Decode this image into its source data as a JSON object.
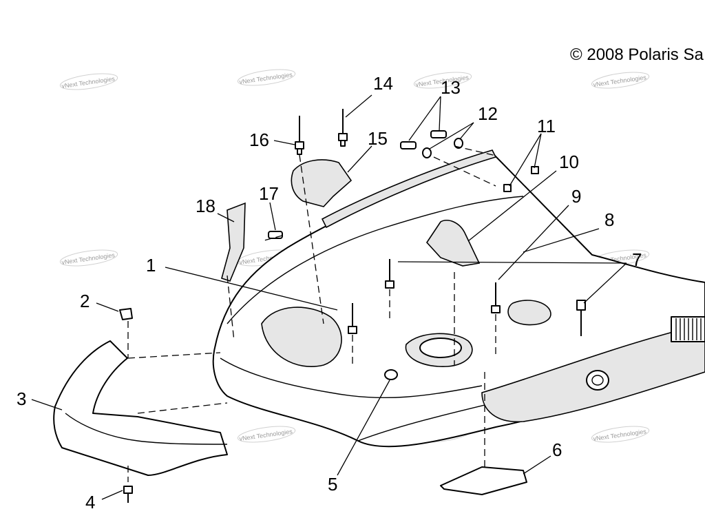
{
  "copyright": "© 2008 Polaris Sa",
  "watermark_text": "vNext Technologies",
  "callouts": [
    "1",
    "2",
    "3",
    "4",
    "5",
    "6",
    "7",
    "8",
    "9",
    "10",
    "11",
    "12",
    "13",
    "14",
    "15",
    "16",
    "17",
    "18"
  ]
}
